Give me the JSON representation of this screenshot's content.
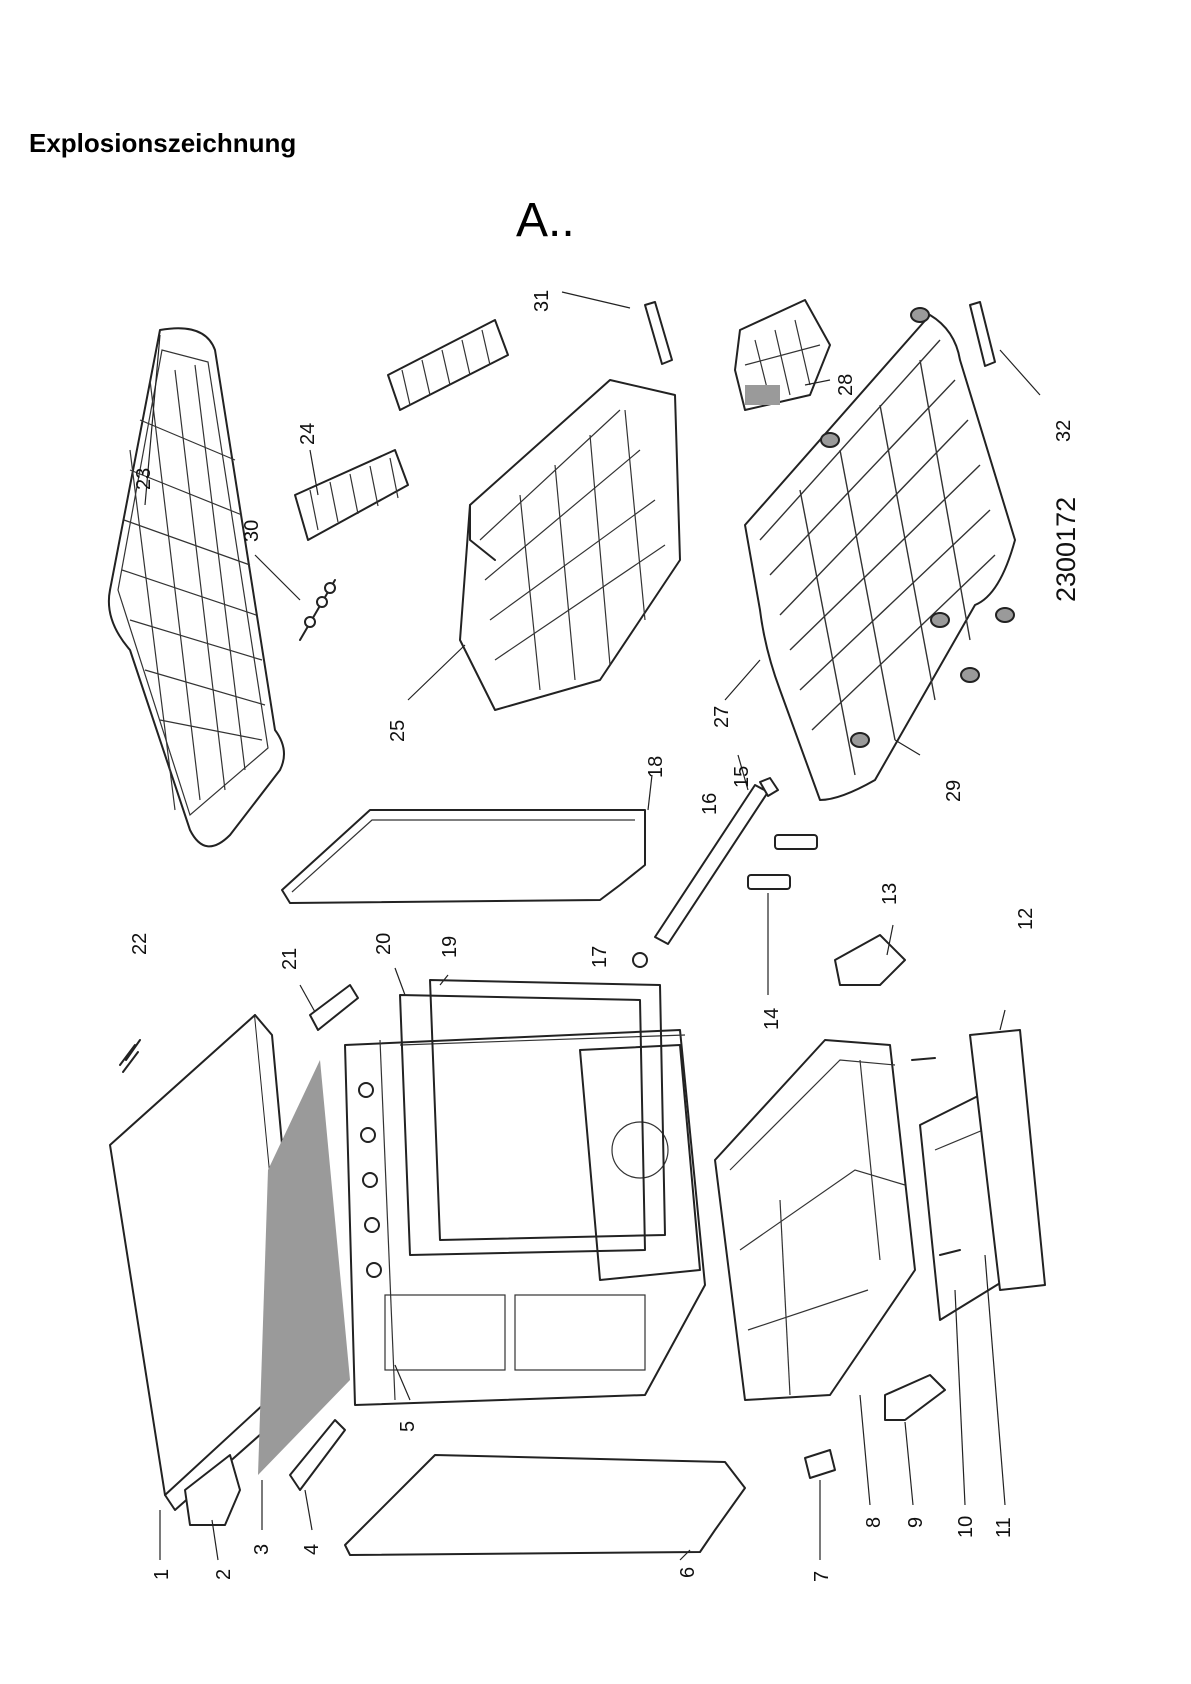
{
  "heading": "Explosionszeichnung",
  "variant": "A..",
  "drawing_number": "2300172",
  "callouts": [
    "1",
    "2",
    "3",
    "4",
    "5",
    "6",
    "7",
    "8",
    "9",
    "10",
    "11",
    "12",
    "13",
    "14",
    "15",
    "16",
    "17",
    "18",
    "19",
    "20",
    "21",
    "22",
    "23",
    "24",
    "25",
    "27",
    "28",
    "29",
    "30",
    "31",
    "32"
  ]
}
